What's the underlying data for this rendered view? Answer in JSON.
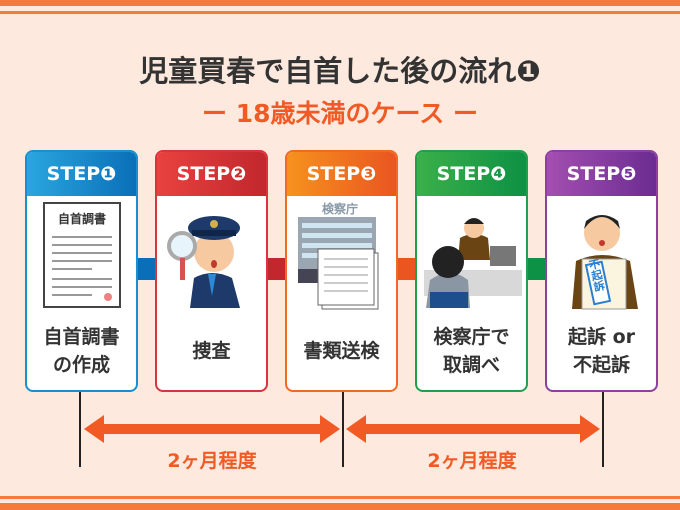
{
  "title": "児童買春で自首した後の流れ❶",
  "subtitle": "ー 18歳未満のケース ー",
  "steps": [
    {
      "header": "STEP❶",
      "label1": "自首調書",
      "label2": "の作成",
      "doc_title": "自首調書",
      "color": "#1a8fd0"
    },
    {
      "header": "STEP❷",
      "label1": "捜査",
      "label2": "",
      "color": "#d9343b"
    },
    {
      "header": "STEP❸",
      "label1": "書類送検",
      "label2": "",
      "building_sign": "検察庁",
      "color": "#f06a25"
    },
    {
      "header": "STEP❹",
      "label1": "検察庁で",
      "label2": "取調べ",
      "color": "#1ea14a"
    },
    {
      "header": "STEP❺",
      "label1": "起訴 or",
      "label2": "不起訴",
      "stamp": "不起訴",
      "color": "#8e3fa0"
    }
  ],
  "durations": [
    "2ヶ月程度",
    "2ヶ月程度"
  ],
  "accent": "#f15a24"
}
